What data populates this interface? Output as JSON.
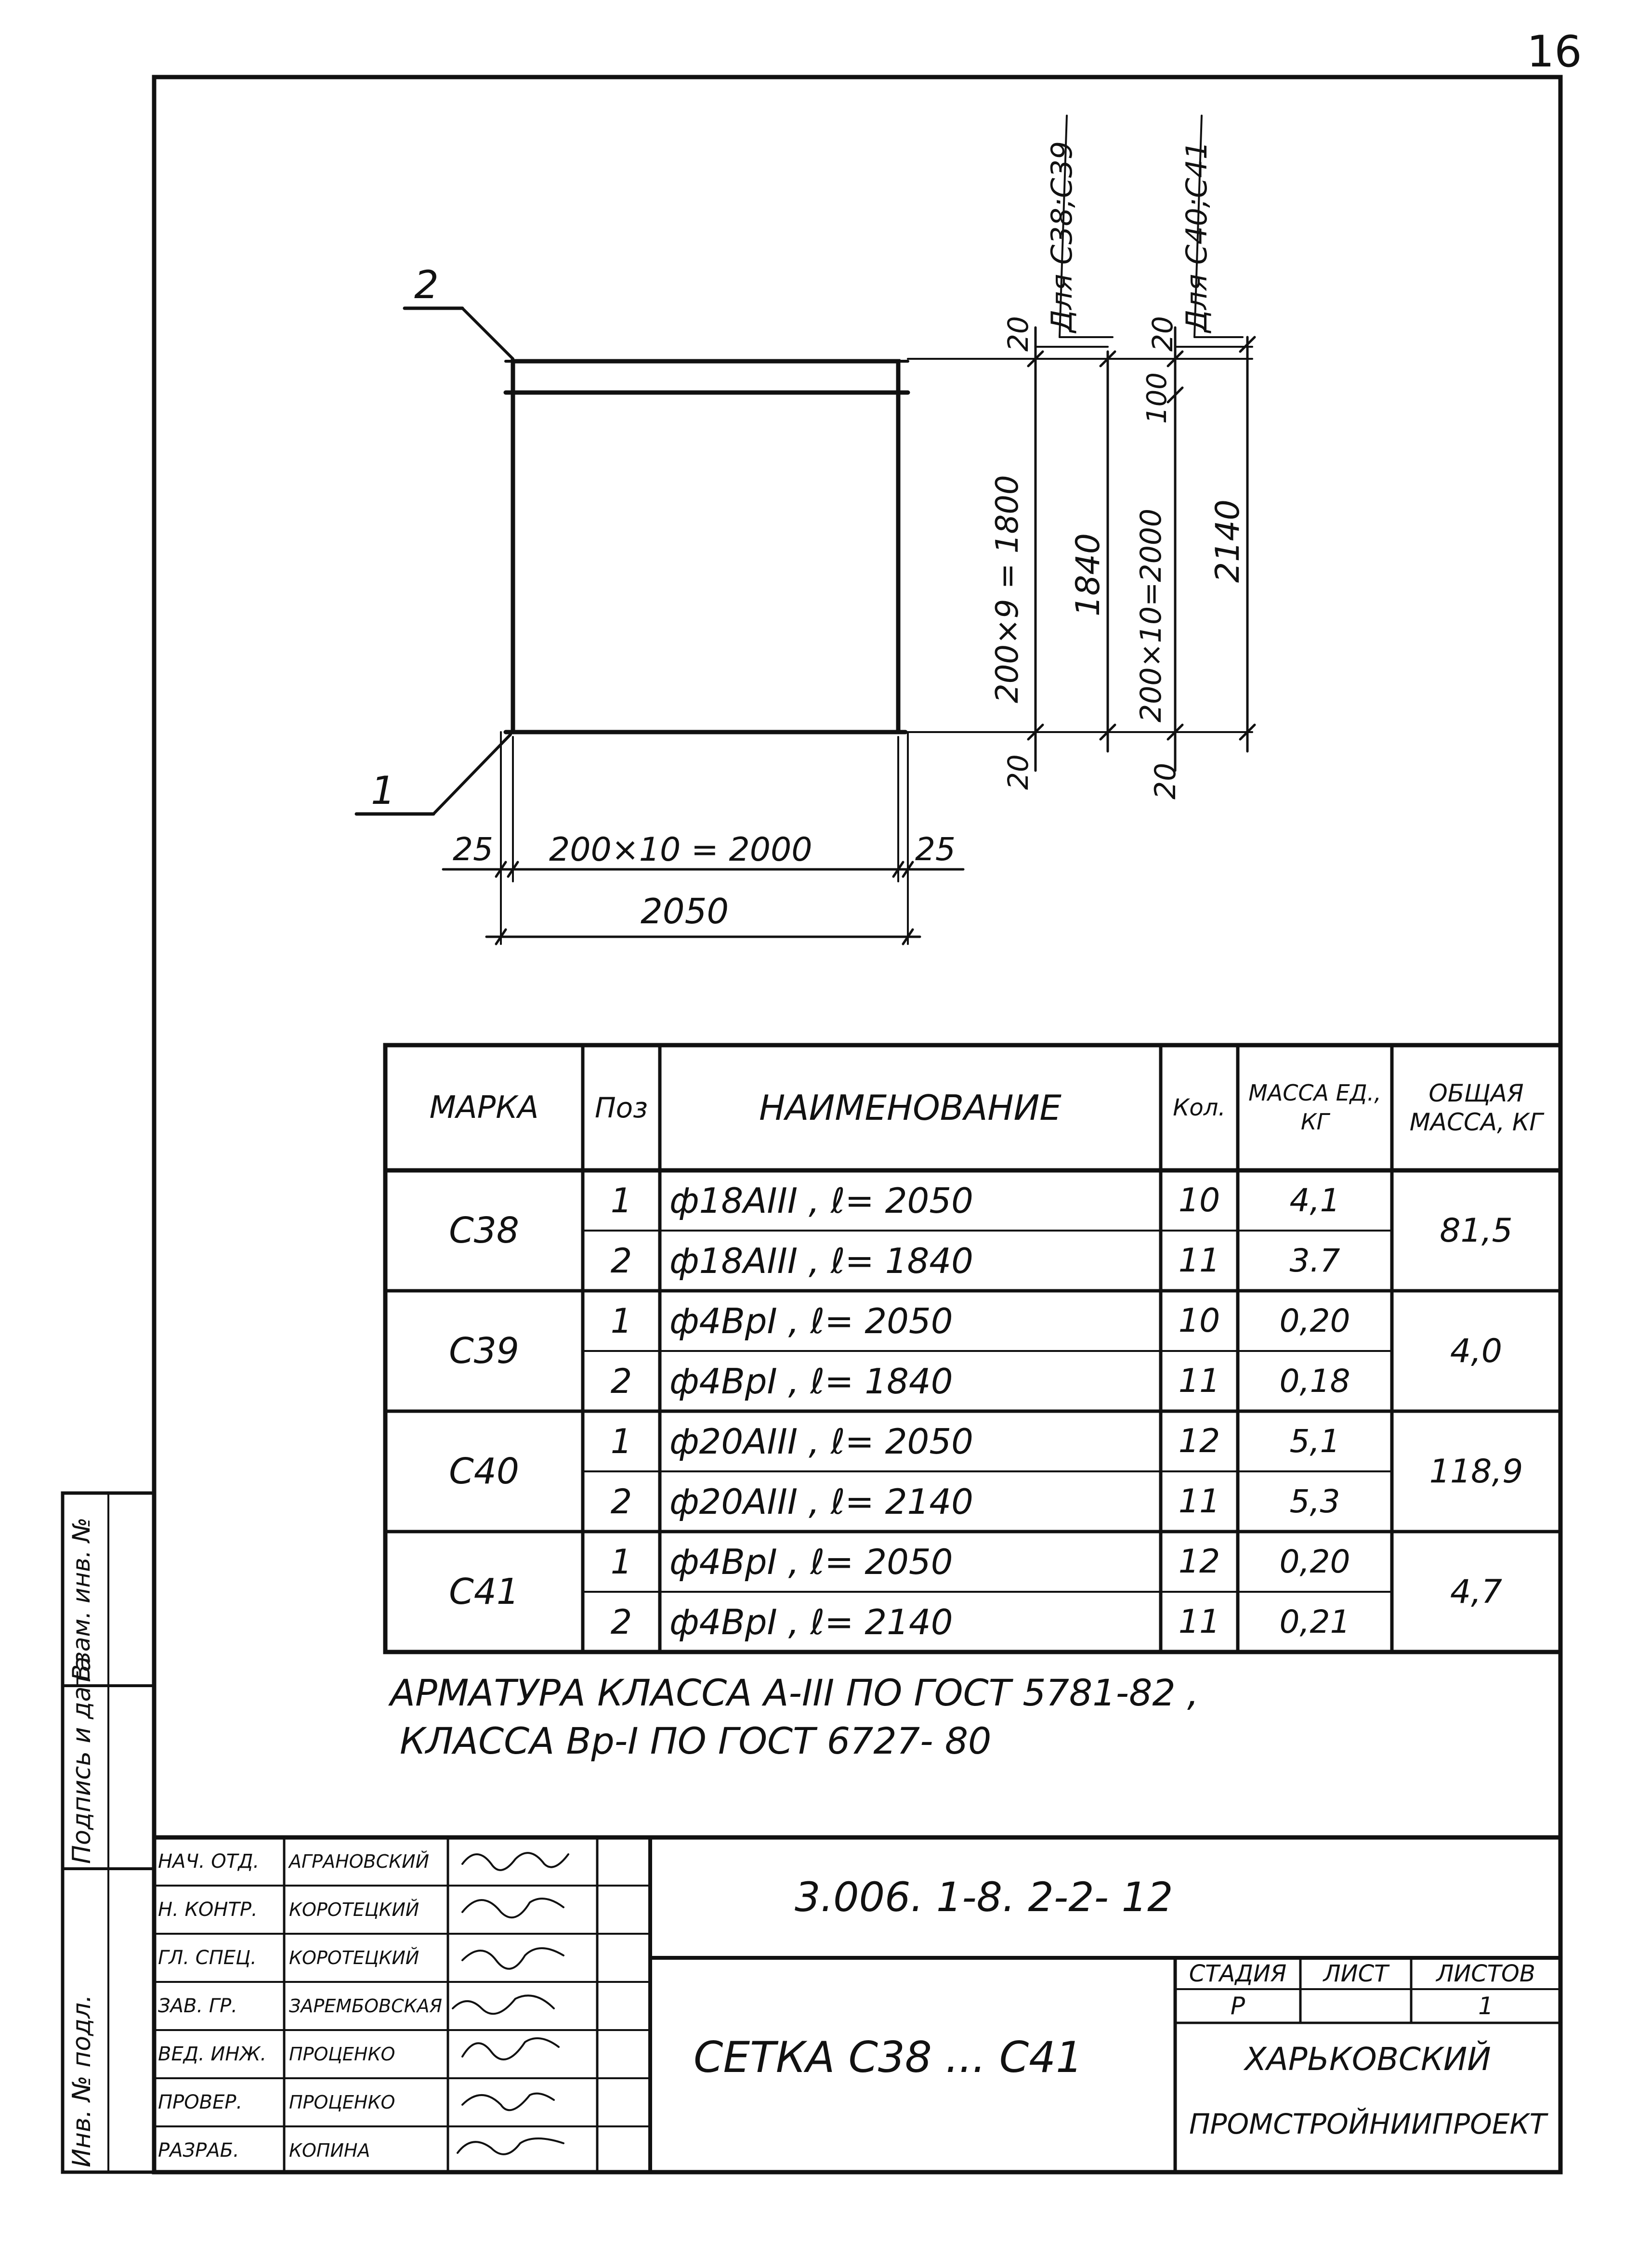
{
  "sheet_number": "16",
  "drawing": {
    "pos1": "1",
    "pos2": "2",
    "dim_left_offset": "25",
    "dim_right_offset": "25",
    "dim_horizontal_span": "200×10 = 2000",
    "dim_total_width": "2050",
    "dim_top_20_a": "20",
    "dim_bottom_20_a": "20",
    "dim_vertical_span_a": "200×9 = 1800",
    "dim_total_a": "1840",
    "label_variant_a": "Для С38;С39",
    "dim_top_20_b": "20",
    "dim_100_b": "100",
    "dim_bottom_20_b": "20",
    "dim_vertical_span_b": "200×10=2000",
    "dim_total_b": "2140",
    "label_variant_b": "Для С40;С41"
  },
  "spec_table": {
    "headers": {
      "mark": "МАРКА",
      "pos": "Поз",
      "name": "НАИМЕНОВАНИЕ",
      "qty": "Кол.",
      "unit_mass": "МАССА ЕД., КГ",
      "total_mass": "ОБЩАЯ МАССА, КГ"
    },
    "groups": [
      {
        "mark": "С38",
        "total": "81,5",
        "rows": [
          {
            "pos": "1",
            "name": "ф18АIII , ℓ= 2050",
            "qty": "10",
            "mass": "4,1"
          },
          {
            "pos": "2",
            "name": "ф18АIII , ℓ= 1840",
            "qty": "11",
            "mass": "3.7"
          }
        ]
      },
      {
        "mark": "С39",
        "total": "4,0",
        "rows": [
          {
            "pos": "1",
            "name": "ф4ВрI , ℓ= 2050",
            "qty": "10",
            "mass": "0,20"
          },
          {
            "pos": "2",
            "name": "ф4ВрI , ℓ= 1840",
            "qty": "11",
            "mass": "0,18"
          }
        ]
      },
      {
        "mark": "С40",
        "total": "118,9",
        "rows": [
          {
            "pos": "1",
            "name": "ф20АIII , ℓ= 2050",
            "qty": "12",
            "mass": "5,1"
          },
          {
            "pos": "2",
            "name": "ф20АIII , ℓ= 2140",
            "qty": "11",
            "mass": "5,3"
          }
        ]
      },
      {
        "mark": "С41",
        "total": "4,7",
        "rows": [
          {
            "pos": "1",
            "name": "ф4ВрI , ℓ= 2050",
            "qty": "12",
            "mass": "0,20"
          },
          {
            "pos": "2",
            "name": "ф4ВрI , ℓ= 2140",
            "qty": "11",
            "mass": "0,21"
          }
        ]
      }
    ]
  },
  "notes": {
    "line1": "АРМАТУРА КЛАССА А-III ПО ГОСТ 5781-82 ,",
    "line2": "КЛАССА Вр-I ПО ГОСТ 6727- 80"
  },
  "side_stamp": {
    "inv_podl": "Инв. № подл.",
    "podpis_data": "Подпись и дата",
    "vzam_inv": "Взам. инв. №"
  },
  "title_block": {
    "document_code": "3.006. 1-8. 2-2- 12",
    "title": "СЕТКА С38 ... С41",
    "stage_label": "СТАДИЯ",
    "stage_value": "Р",
    "sheet_label": "ЛИСТ",
    "sheets_label": "ЛИСТОВ",
    "sheets_value": "1",
    "organization_line1": "ХАРЬКОВСКИЙ",
    "organization_line2": "ПРОМСТРОЙНИИПРОЕКТ",
    "roles": [
      {
        "role": "НАЧ. ОТД.",
        "name": "АГРАНОВСКИЙ"
      },
      {
        "role": "Н. КОНТР.",
        "name": "КОРОТЕЦКИЙ"
      },
      {
        "role": "ГЛ. СПЕЦ.",
        "name": "КОРОТЕЦКИЙ"
      },
      {
        "role": "ЗАВ. ГР.",
        "name": "ЗАРЕМБОВСКАЯ"
      },
      {
        "role": "ВЕД. ИНЖ.",
        "name": "ПРОЦЕНКО"
      },
      {
        "role": "ПРОВЕР.",
        "name": "ПРОЦЕНКО"
      },
      {
        "role": "РАЗРАБ.",
        "name": "КОПИНА"
      }
    ]
  }
}
